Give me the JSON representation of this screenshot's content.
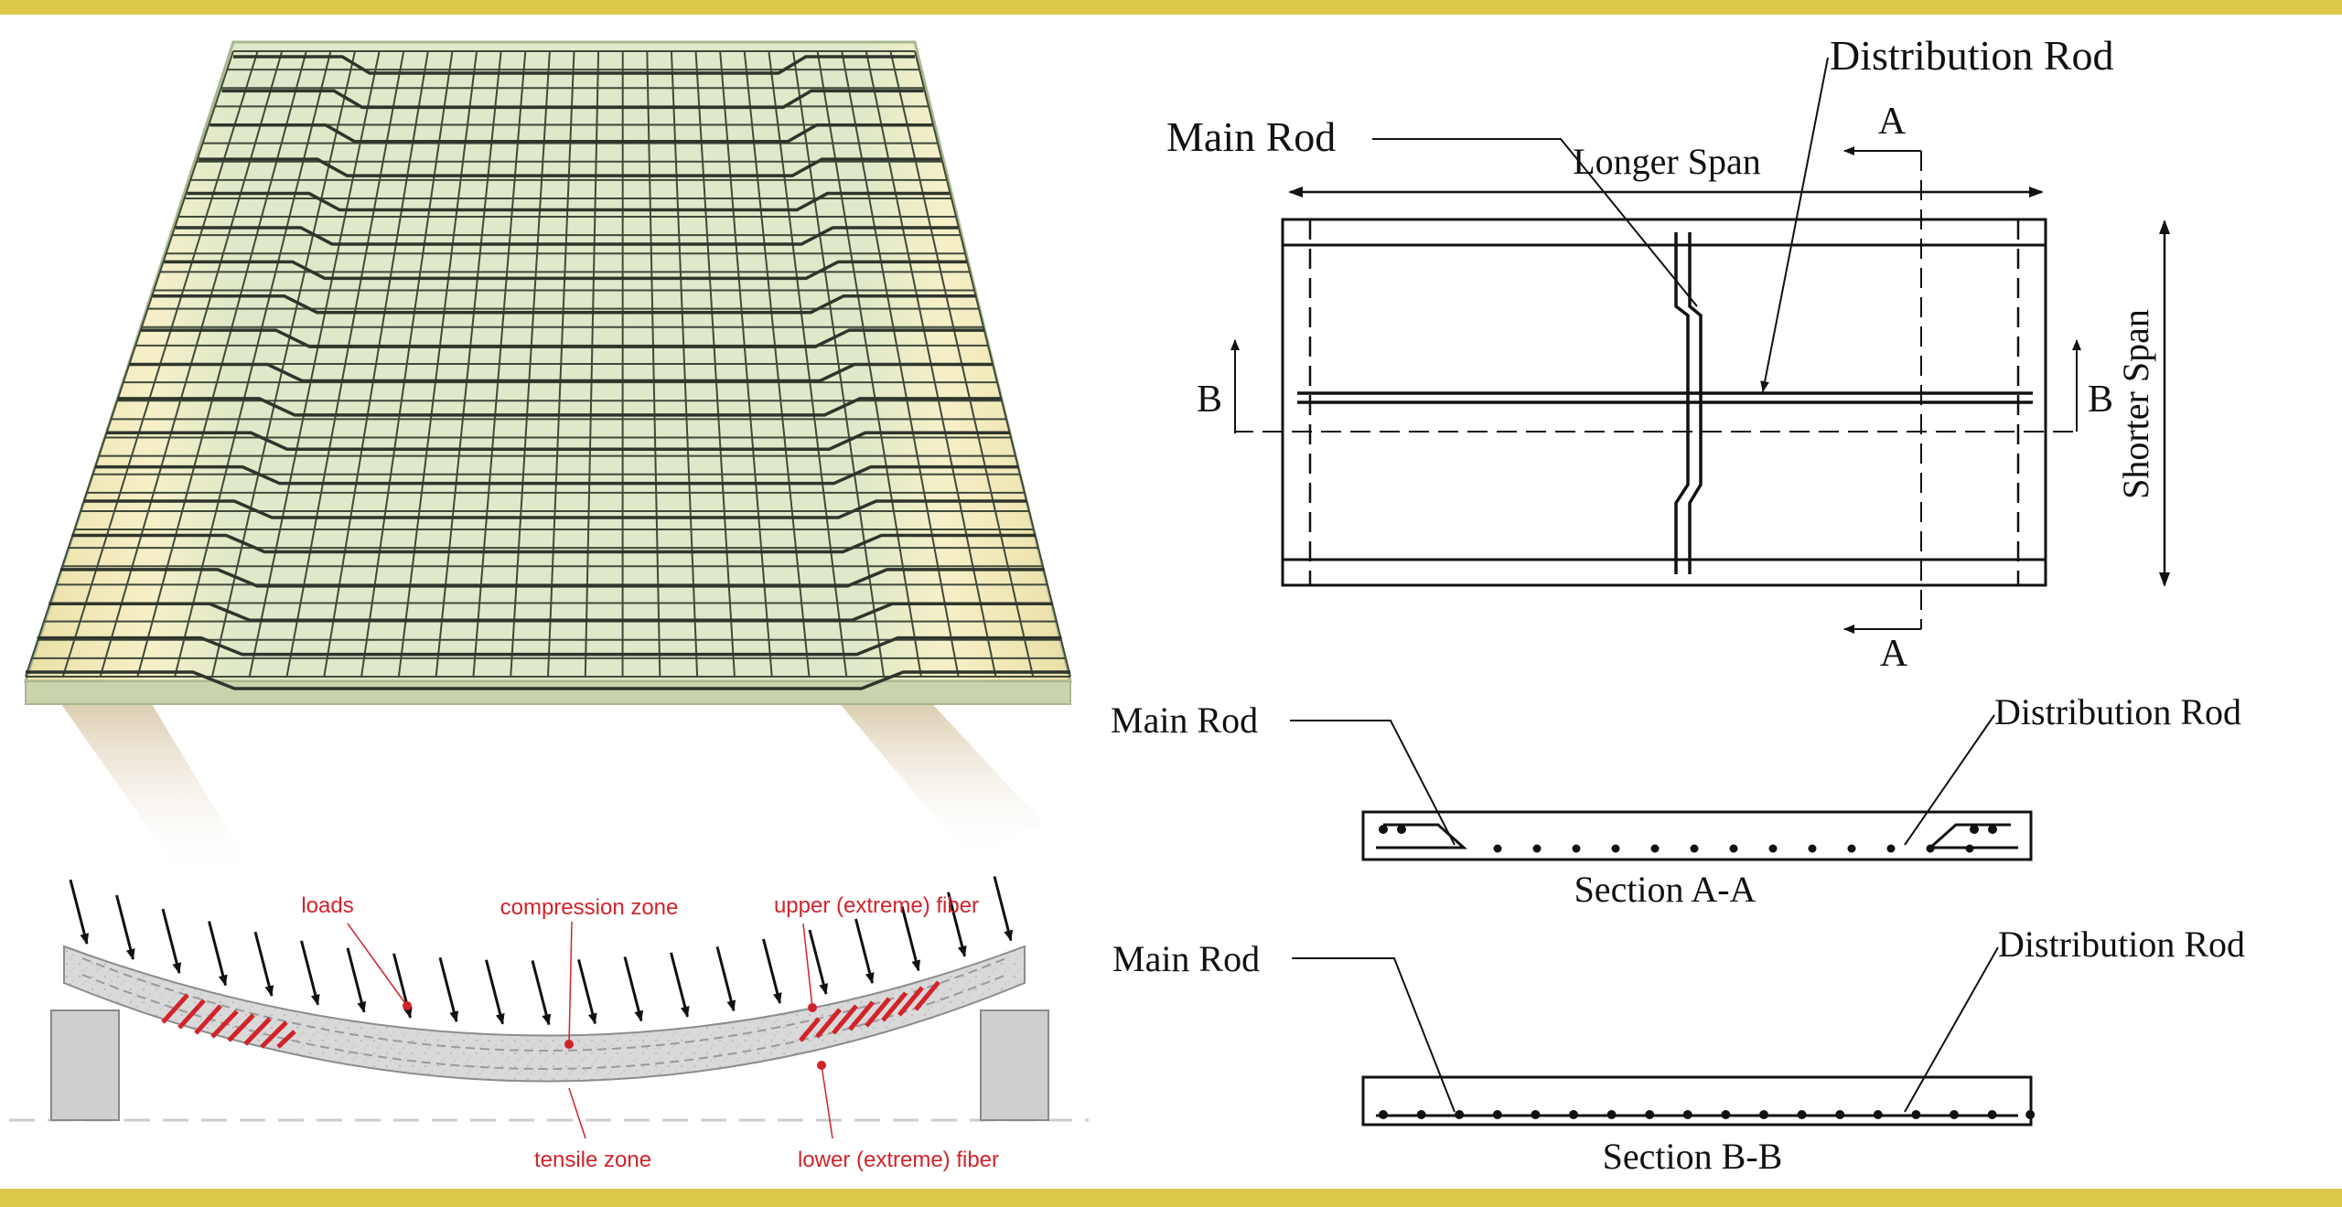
{
  "colors": {
    "band": "#ddc84a",
    "slab": "#dde6c4",
    "red": "#d2232a",
    "ink": "#111111"
  },
  "plan": {
    "main_rod": "Main Rod",
    "distribution_rod": "Distribution Rod",
    "longer_span": "Longer Span",
    "shorter_span": "Shorter Span",
    "section_a": "A",
    "section_b": "B"
  },
  "section_aa": {
    "main_rod": "Main Rod",
    "distribution_rod": "Distribution Rod",
    "title": "Section A-A"
  },
  "section_bb": {
    "main_rod": "Main Rod",
    "distribution_rod": "Distribution Rod",
    "title": "Section B-B"
  },
  "beam": {
    "loads": "loads",
    "compression_zone": "compression zone",
    "upper_fiber": "upper (extreme) fiber",
    "tensile_zone": "tensile zone",
    "lower_fiber": "lower (extreme) fiber"
  }
}
